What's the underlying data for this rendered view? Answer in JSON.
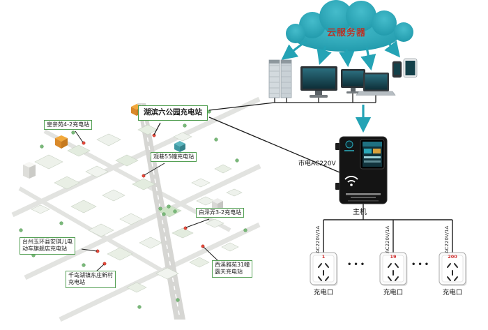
{
  "cloud": {
    "label": "云服务器",
    "color": "#24a3b5"
  },
  "connection": {
    "power_label": "市电AC220V",
    "host_label": "主机",
    "port_line_label": "AC220V/1A"
  },
  "sockets": {
    "port_label": "充电口",
    "ellipsis": "•••",
    "items": [
      {
        "number": "1"
      },
      {
        "number": "19"
      },
      {
        "number": "200"
      }
    ]
  },
  "stations": {
    "featured": {
      "label": "湖滨六公园充电站"
    },
    "items": [
      {
        "label": "皇亲苑4-2充电站"
      },
      {
        "label": "观巷55幢充电站"
      },
      {
        "label": "白泽弄3-2充电站"
      },
      {
        "label": "台州玉环县安琪儿电\n动车旗舰店充电站"
      },
      {
        "label": "千岛湖镇东庄新村\n充电站"
      },
      {
        "label": "西溪雅苑31幢\n露天充电站"
      }
    ]
  }
}
